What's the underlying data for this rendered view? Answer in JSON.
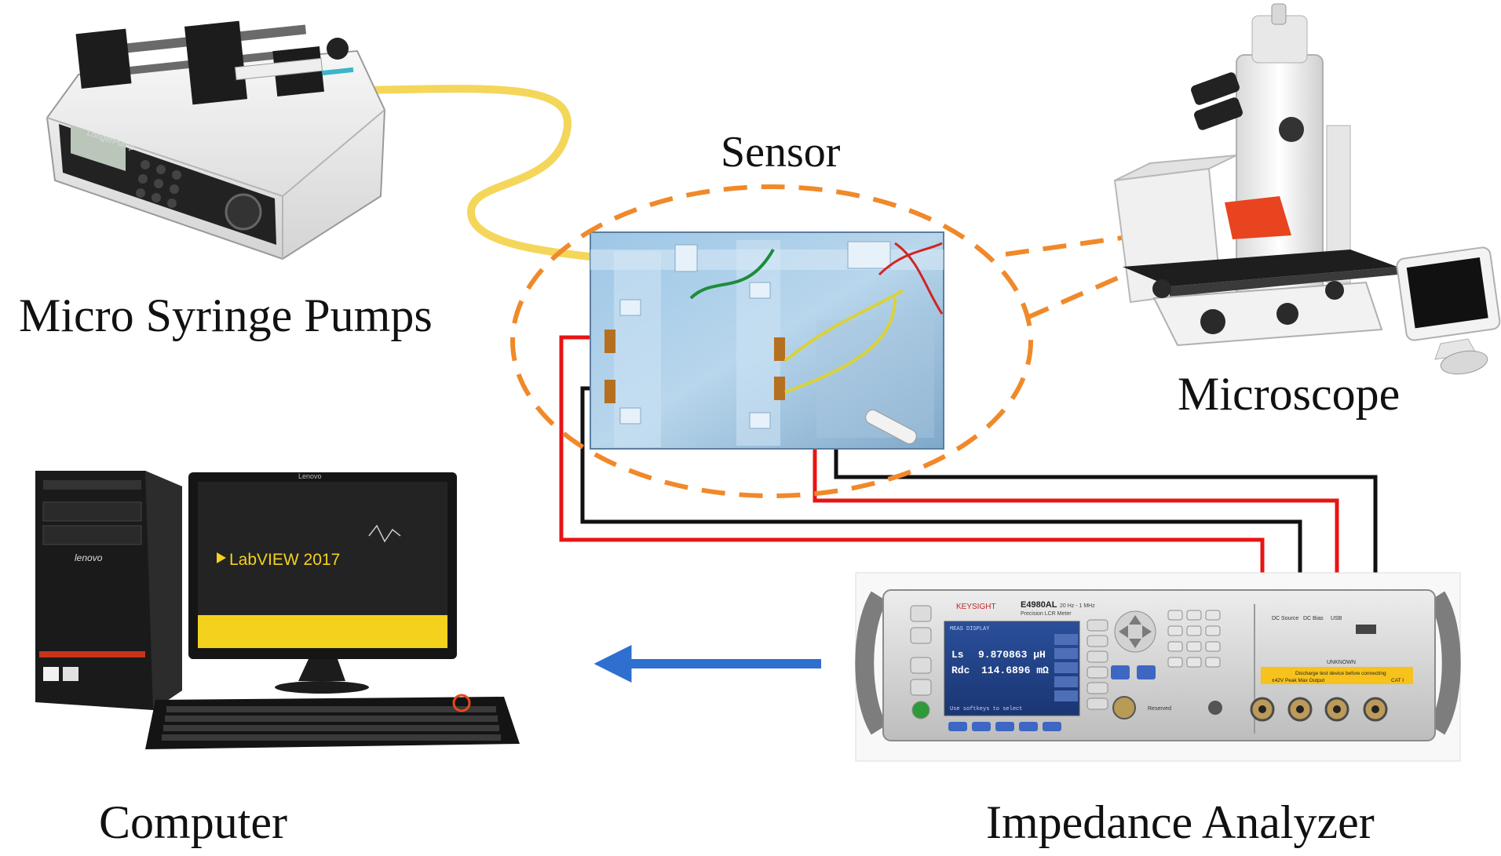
{
  "labels": {
    "pump": "Micro Syringe Pumps",
    "sensor": "Sensor",
    "microscope": "Microscope",
    "computer": "Computer",
    "analyzer": "Impedance Analyzer"
  },
  "pump_device": {
    "brand": "LongerPump"
  },
  "computer_device": {
    "monitor_brand": "Lenovo",
    "tower_brand": "lenovo",
    "software_title": "LabVIEW 2017"
  },
  "analyzer_device": {
    "brand": "KEYSIGHT",
    "model": "E4980AL",
    "model_sub": "20 Hz - 1 MHz",
    "model_desc": "Precision LCR Meter",
    "screen_line1_name": "Ls",
    "screen_line1_value": "9.870863 μH",
    "screen_line2_name": "Rdc",
    "screen_line2_value": "114.6896 mΩ",
    "screen_header": "MEAS DISPLAY",
    "screen_hint": "Use softkeys to select",
    "warning_line1": "Discharge test device before connecting",
    "warning_line2": "±42V Peak Max Output",
    "warning_cat": "CAT I",
    "unknown_label": "UNKNOWN",
    "dc_source": "DC Source",
    "dc_bias": "DC Bias",
    "usb": "USB",
    "reserved": "Reserved"
  },
  "colors": {
    "sensor_outline": "#f0892a",
    "wire_red": "#e81414",
    "wire_black": "#111111",
    "tube_yellow": "#f4d65a",
    "arrow_blue": "#2e6fcf",
    "labview_yellow": "#f3d21d",
    "warning_yellow": "#f6c21b"
  }
}
